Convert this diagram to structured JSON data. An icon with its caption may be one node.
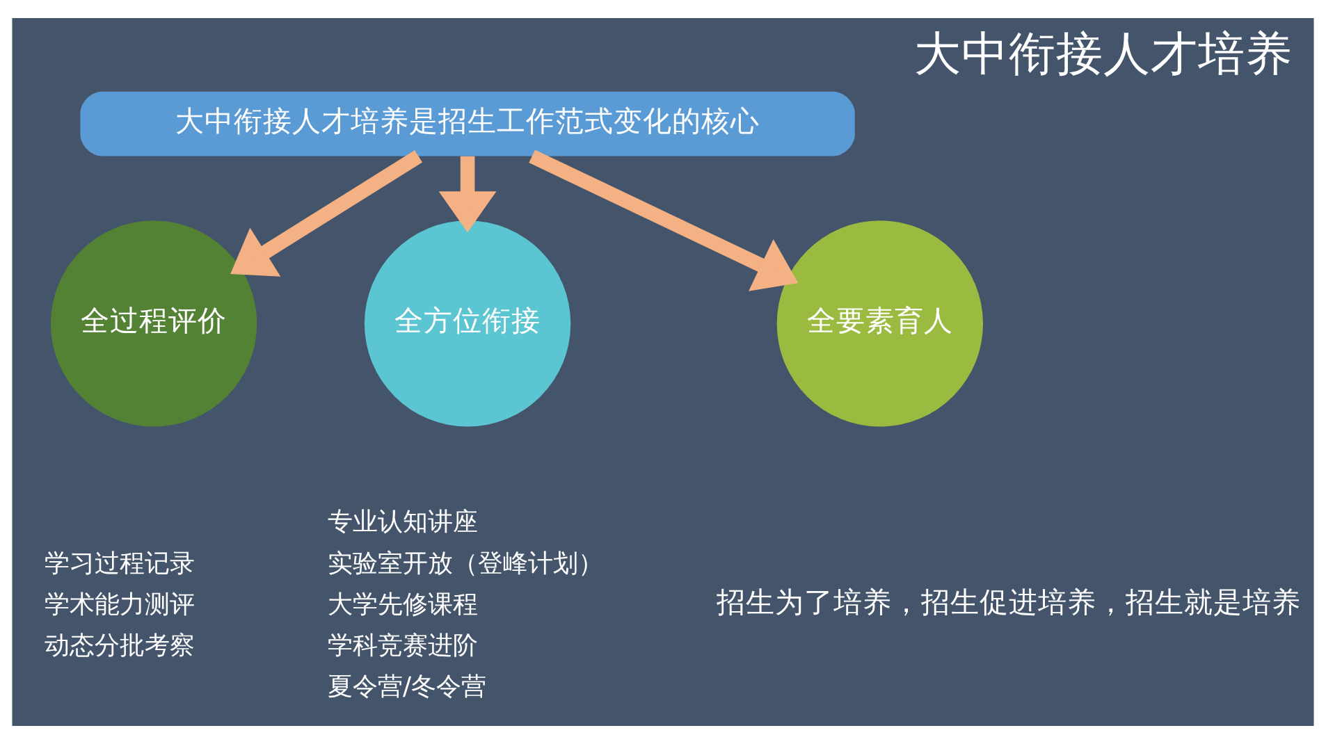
{
  "diagram": {
    "title": "大中衔接人才培养",
    "caption": "招生为了培养，招生促进培养，招生就是培养",
    "nodes": [
      {
        "text": [
          "大中衔接人才培养是招生工作范式变化的核心"
        ]
      },
      {
        "text": [
          "全过程评价"
        ],
        "beside": [
          "学习过程记录",
          "学术能力测评",
          "动态分批考察"
        ]
      },
      {
        "text": [
          "全方位衔接"
        ],
        "beside": [
          "专业认知讲座",
          "实验室开放（登峰计划）",
          "大学先修课程",
          "学科竞赛进阶",
          "夏令营/冬令营"
        ]
      },
      {
        "text": [
          "全要素育人"
        ]
      }
    ],
    "edges": [
      {
        "from": 0,
        "to": 1,
        "arrow": "to"
      },
      {
        "from": 0,
        "to": 3,
        "arrow": "to"
      },
      {
        "from": 0,
        "to": 2,
        "arrow": "to"
      }
    ]
  }
}
